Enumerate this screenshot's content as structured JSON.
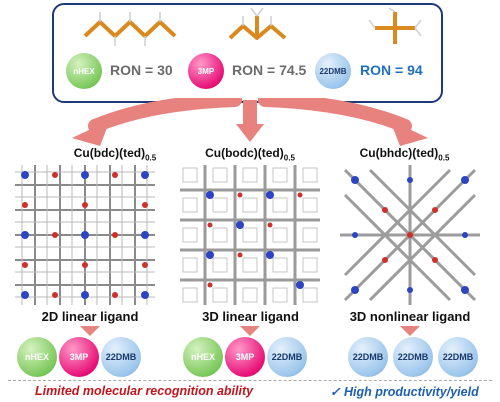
{
  "molecules": [
    {
      "abbrev": "nHEX",
      "ron": "RON = 30"
    },
    {
      "abbrev": "3MP",
      "ron": "RON = 74.5"
    },
    {
      "abbrev": "22DMB",
      "ron": "RON = 94"
    }
  ],
  "mofs": [
    {
      "name": "Cu(bdc)(ted)",
      "sub": "0.5",
      "ligand": "2D linear ligand",
      "adsorbed": [
        "nHEX",
        "3MP",
        "22DMB"
      ]
    },
    {
      "name": "Cu(bodc)(ted)",
      "sub": "0.5",
      "ligand": "3D linear ligand",
      "adsorbed": [
        "nHEX",
        "3MP",
        "22DMB"
      ]
    },
    {
      "name": "Cu(bhdc)(ted)",
      "sub": "0.5",
      "ligand": "3D nonlinear ligand",
      "adsorbed": [
        "22DMB",
        "22DMB",
        "22DMB"
      ]
    }
  ],
  "captions": {
    "left": "Limited molecular recognition ability",
    "check": "✓",
    "right": "High productivity/yield"
  },
  "colors": {
    "frame": "#1f3a7a",
    "arrow": "#e8827f",
    "nhex": "#7cc95c",
    "3mp": "#e8137a",
    "22dmb": "#9cc6ec",
    "red_text": "#c0161e",
    "blue_text": "#1f5fb0"
  }
}
